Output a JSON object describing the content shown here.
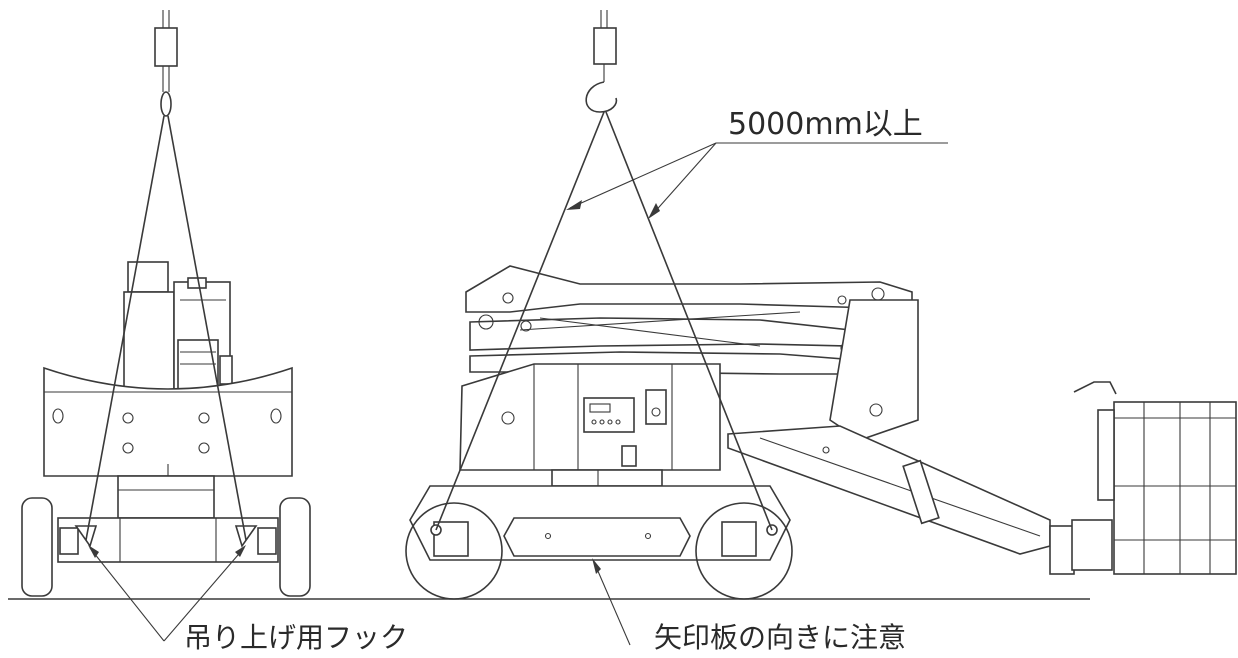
{
  "labels": {
    "sling_length": "5000mm以上",
    "lifting_hook": "吊り上げ用フック",
    "arrow_plate_note": "矢印板の向きに注意"
  }
}
